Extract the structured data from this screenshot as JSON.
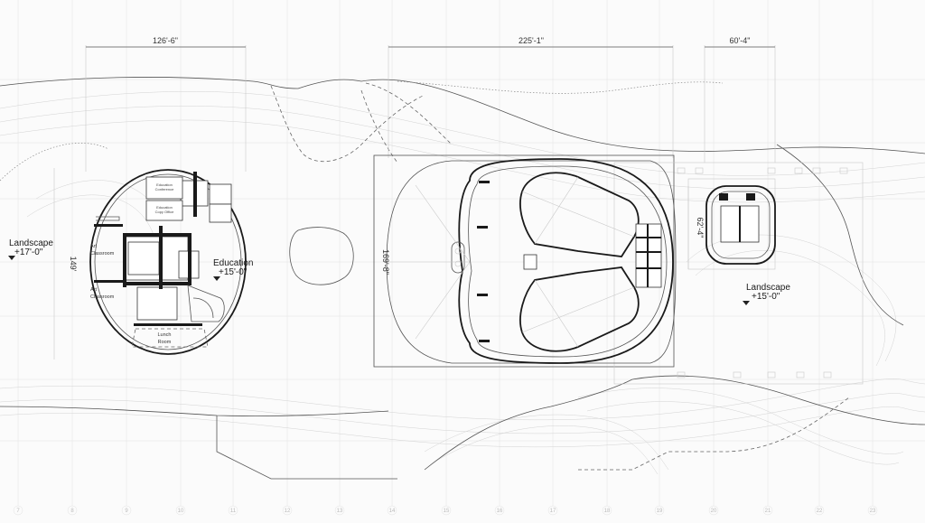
{
  "dimensions": {
    "education_width": "126'-6\"",
    "education_height": "149'",
    "theater_width": "225'-1\"",
    "theater_height": "169'-8\"",
    "small_width": "60'-4\"",
    "small_height": "62'-4\""
  },
  "elevations": {
    "landscape_west": {
      "name": "Landscape",
      "level": "+17'-0\""
    },
    "education": {
      "name": "Education",
      "level": "+15'-0\""
    },
    "landscape_east": {
      "name": "Landscape",
      "level": "+15'-0\""
    }
  },
  "rooms": {
    "art_classroom_1_a": "Art",
    "art_classroom_1_b": "Classroom",
    "art_classroom_2_a": "Art",
    "art_classroom_2_b": "Classroom",
    "lunch_room_a": "Lunch",
    "lunch_room_b": "Room",
    "education_a": "Education",
    "education_b": "Conference",
    "education_c": "Education",
    "education_d": "Copy Office"
  },
  "grid_bubbles": [
    "7",
    "8",
    "9",
    "10",
    "11",
    "12",
    "13",
    "14",
    "15",
    "16",
    "17",
    "18",
    "19",
    "20",
    "21",
    "22",
    "23"
  ]
}
